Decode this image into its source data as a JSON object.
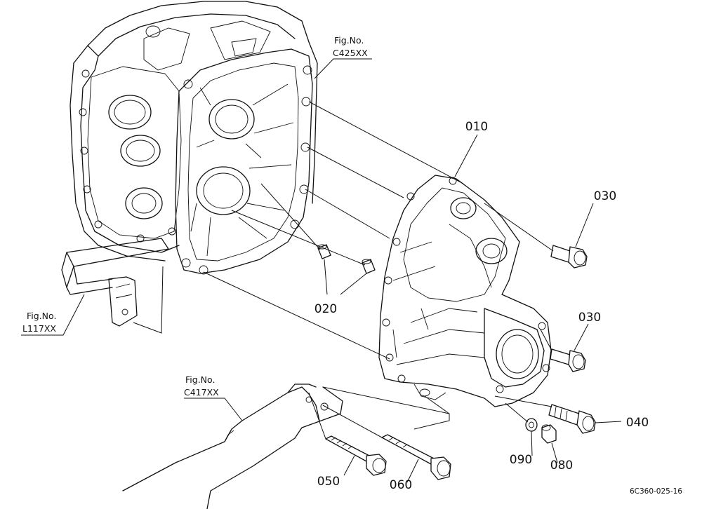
{
  "parts": [
    {
      "id": "p010",
      "label": "010"
    },
    {
      "id": "p020",
      "label": "020"
    },
    {
      "id": "p030a",
      "label": "030"
    },
    {
      "id": "p030b",
      "label": "030"
    },
    {
      "id": "p040",
      "label": "040"
    },
    {
      "id": "p050",
      "label": "050"
    },
    {
      "id": "p060",
      "label": "060"
    },
    {
      "id": "p080",
      "label": "080"
    },
    {
      "id": "p090",
      "label": "090"
    }
  ],
  "references": [
    {
      "id": "c425",
      "line1": "Fig.No.",
      "line2": "C425XX"
    },
    {
      "id": "l117",
      "line1": "Fig.No.",
      "line2": "L117XX"
    },
    {
      "id": "c417",
      "line1": "Fig.No.",
      "line2": "C417XX"
    }
  ],
  "drawing_code": "6C360-025-16"
}
